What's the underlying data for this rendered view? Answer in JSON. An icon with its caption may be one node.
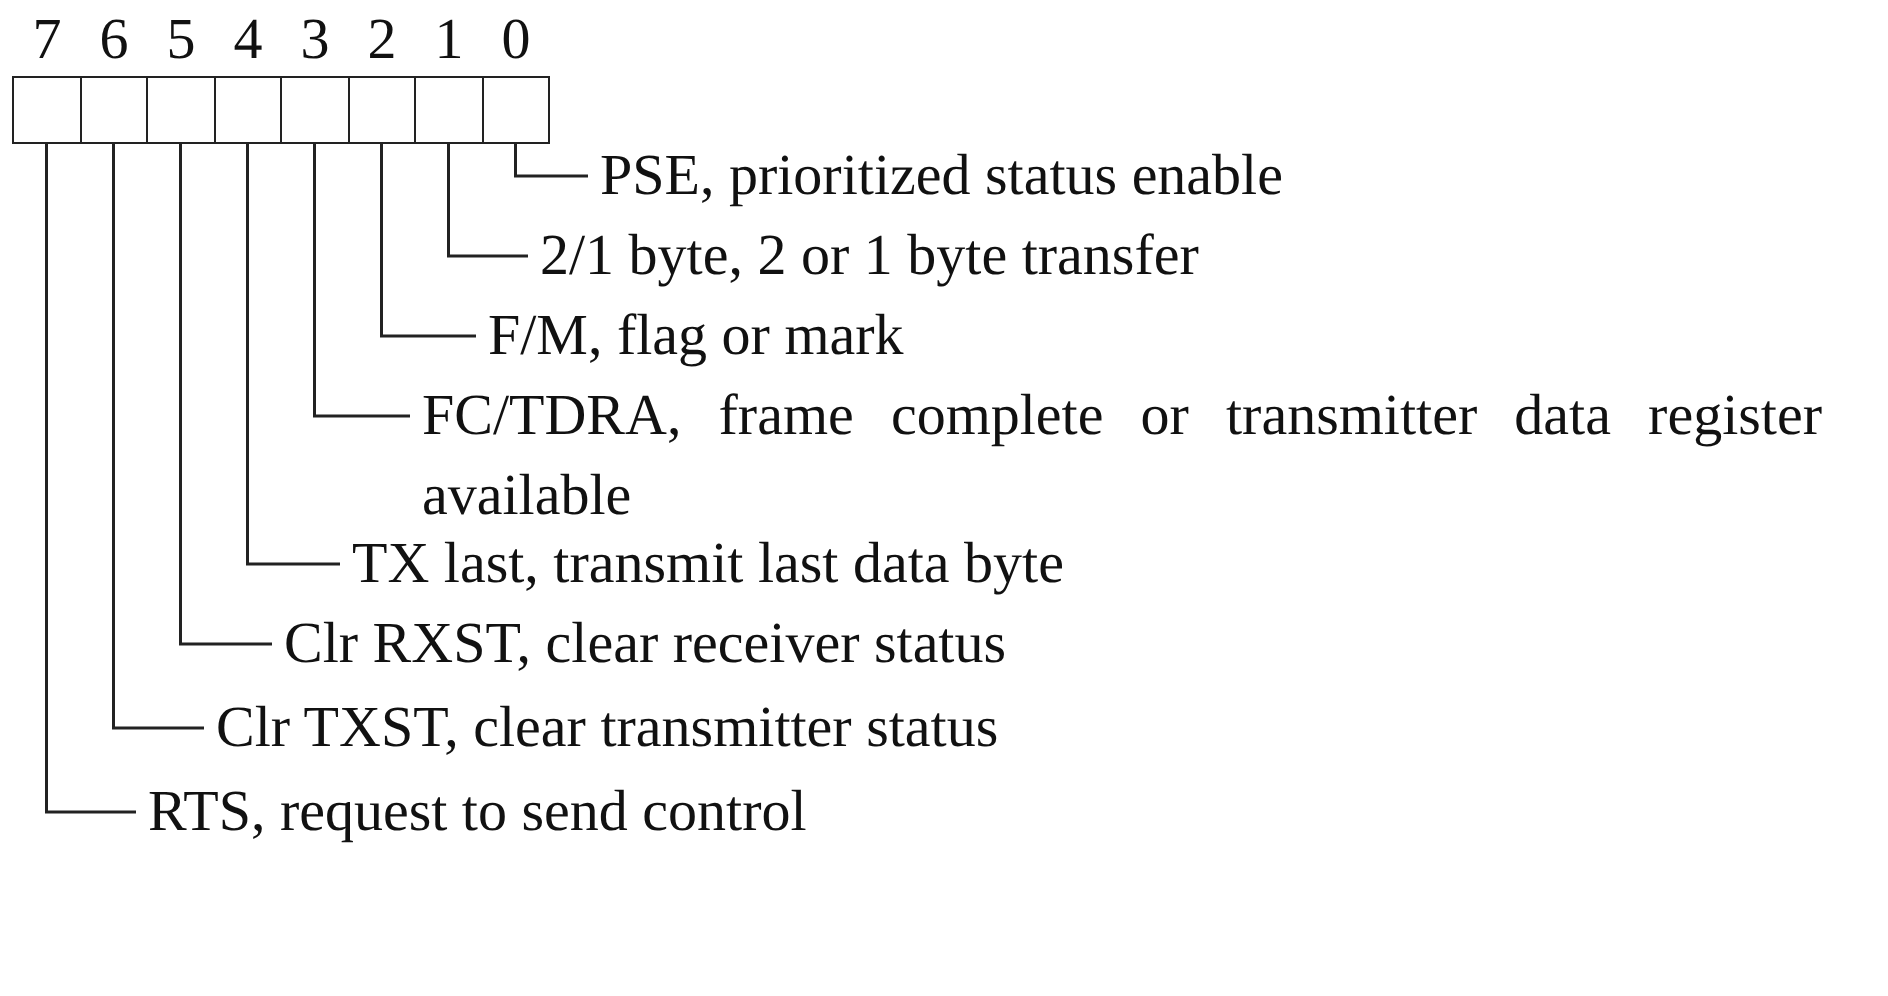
{
  "diagram": {
    "nodes": [
      {
        "text": [],
        "shape": "box"
      },
      {
        "text": [],
        "shape": "box"
      },
      {
        "text": [],
        "shape": "box"
      },
      {
        "text": [],
        "shape": "box"
      },
      {
        "text": [],
        "shape": "box"
      },
      {
        "text": [],
        "shape": "box"
      },
      {
        "text": [],
        "shape": "box"
      },
      {
        "text": [],
        "shape": "box"
      },
      {
        "text": [
          "PSE, prioritized status enable"
        ]
      },
      {
        "text": [
          "2/1 byte, 2 or 1 byte transfer"
        ]
      },
      {
        "text": [
          "F/M, flag or mark"
        ]
      },
      {
        "text": [
          "FC/TDRA, frame complete or transmitter data register available"
        ]
      },
      {
        "text": [
          "TX last, transmit last data byte"
        ]
      },
      {
        "text": [
          "Clr RXST, clear receiver status"
        ]
      },
      {
        "text": [
          "Clr TXST, clear transmitter status"
        ]
      },
      {
        "text": [
          "RTS, request to send control"
        ]
      }
    ],
    "edges": [
      {
        "from": 8,
        "to": 7,
        "arrow": "none"
      },
      {
        "from": 9,
        "to": 6,
        "arrow": "none"
      },
      {
        "from": 10,
        "to": 5,
        "arrow": "none"
      },
      {
        "from": 11,
        "to": 4,
        "arrow": "none"
      },
      {
        "from": 12,
        "to": 3,
        "arrow": "none"
      },
      {
        "from": 13,
        "to": 2,
        "arrow": "none"
      },
      {
        "from": 14,
        "to": 1,
        "arrow": "none"
      },
      {
        "from": 15,
        "to": 0,
        "arrow": "none"
      }
    ],
    "labels": [
      "7",
      "6",
      "5",
      "4",
      "3",
      "2",
      "1",
      "0"
    ]
  }
}
